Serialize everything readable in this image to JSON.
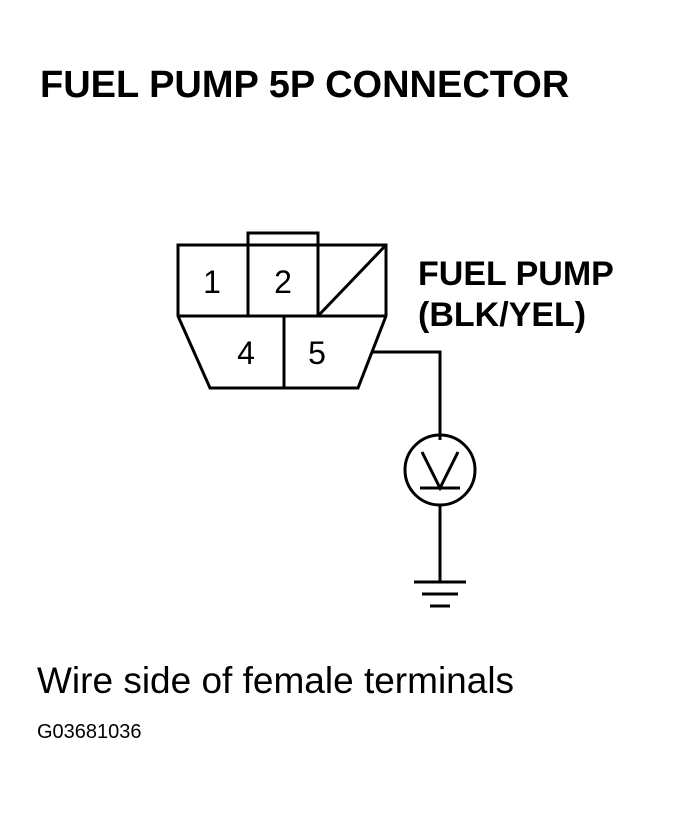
{
  "title": "FUEL PUMP 5P CONNECTOR",
  "connector": {
    "pins": [
      {
        "id": "1",
        "label": "1"
      },
      {
        "id": "2",
        "label": "2"
      },
      {
        "id": "4",
        "label": "4"
      },
      {
        "id": "5",
        "label": "5"
      }
    ],
    "callout_line1": "FUEL PUMP",
    "callout_line2": "(BLK/YEL)"
  },
  "meter_icon": "voltmeter-icon",
  "ground_icon": "ground-icon",
  "caption": "Wire side of female terminals",
  "figure_id": "G03681036",
  "colors": {
    "ink": "#000000",
    "background": "#ffffff"
  }
}
